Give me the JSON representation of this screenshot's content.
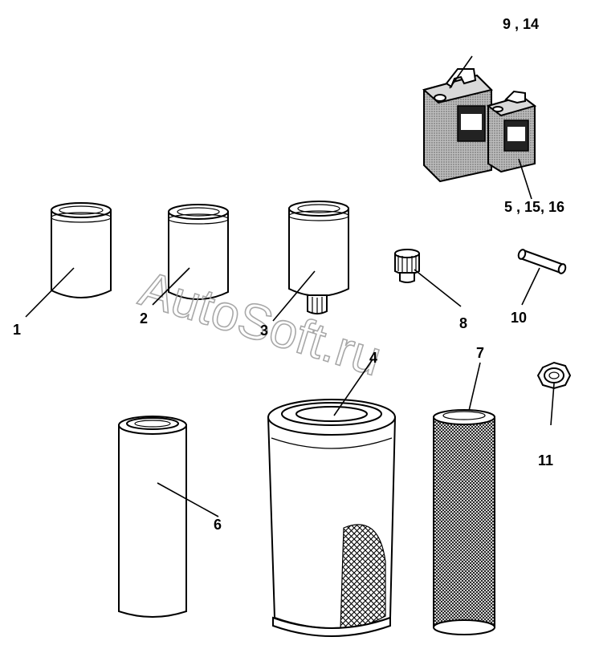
{
  "watermark": {
    "text": "AutoSoft.ru"
  },
  "callouts": [
    {
      "id": "label-1",
      "text": "1"
    },
    {
      "id": "label-2",
      "text": "2"
    },
    {
      "id": "label-3",
      "text": "3"
    },
    {
      "id": "label-4",
      "text": "4"
    },
    {
      "id": "label-5-15-16",
      "text": "5 , 15, 16"
    },
    {
      "id": "label-6",
      "text": "6"
    },
    {
      "id": "label-7",
      "text": "7"
    },
    {
      "id": "label-8",
      "text": "8"
    },
    {
      "id": "label-9-14",
      "text": "9 , 14"
    },
    {
      "id": "label-10",
      "text": "10"
    },
    {
      "id": "label-11",
      "text": "11"
    }
  ]
}
